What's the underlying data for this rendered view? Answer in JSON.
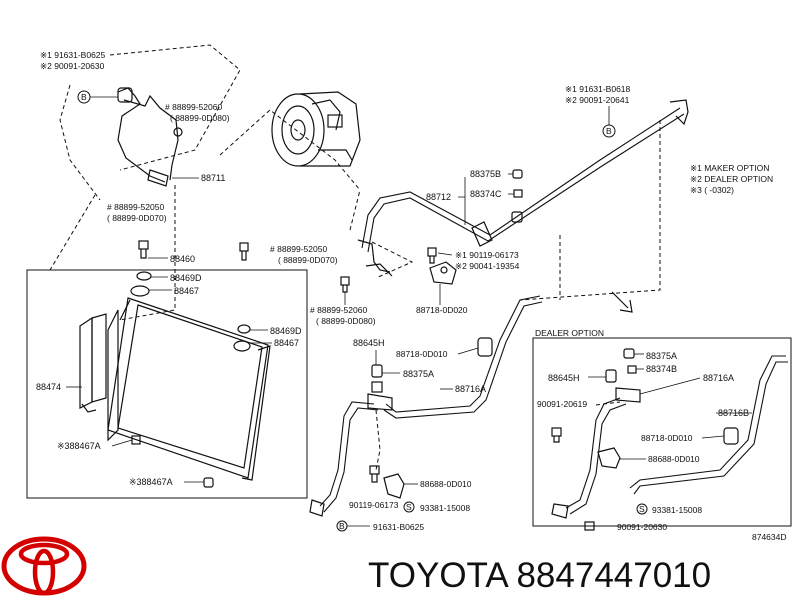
{
  "callouts": {
    "tl1": "※1 91631-B0625",
    "tl2": "※2 90091-20630",
    "hose_top1": "# 88899-52060",
    "hose_top2": "( 88899-0D080)",
    "p88711": "88711",
    "left_bolt1": "# 88899-52050",
    "left_bolt2": "( 88899-0D070)",
    "p88460": "88460",
    "p88469d_a": "88469D",
    "p88467_a": "88467",
    "p88474": "88474",
    "p88467a_1": "※388467A",
    "p88467a_2": "※388467A",
    "mid_bolt1": "# 88899-52050",
    "mid_bolt2": "( 88899-0D070)",
    "p88469d_b": "88469D",
    "p88467_b": "88467",
    "mid2_bolt1": "# 88899-52060",
    "mid2_bolt2": "( 88899-0D080)",
    "p88375b": "88375B",
    "p88712": "88712",
    "p88374c": "88374C",
    "p90119_06173_a": "※1 90119-06173",
    "p90041": "※2 90041-19354",
    "p88718_0d020": "88718-0D020",
    "tr1": "※1 91631-B0618",
    "tr2": "※2 90091-20641",
    "note1": "※1 MAKER OPTION",
    "note2": "※2 DEALER OPTION",
    "note3": "※3 (     -0302)",
    "p88645h_a": "88645H",
    "p88718_0d010_a": "88718-0D010",
    "p88375a_a": "88375A",
    "p88716a_a": "88716A",
    "p88688_a": "88688-0D010",
    "p90119_06173_b": "90119-06173",
    "p93381_a": "93381-15008",
    "p91631_b0625": "91631-B0625",
    "dealer_option": "DEALER OPTION",
    "p88375a_b": "88375A",
    "p88645h_b": "88645H",
    "p88374b": "88374B",
    "p88716a_b": "88716A",
    "p90091_20619": "90091-20619",
    "p88716b": "88716B",
    "p88718_0d010_b": "88718-0D010",
    "p88688_b": "88688-0D010",
    "p93381_b": "93381-15008",
    "p90091_20630_b": "90091-20630",
    "figure_code": "874634D",
    "circle_b": "B",
    "circle_s": "S"
  },
  "footer": {
    "brand_text": "TOYOTA 8847447010",
    "logo_icon": "toyota-logo-icon",
    "logo_color": "#d40000"
  }
}
